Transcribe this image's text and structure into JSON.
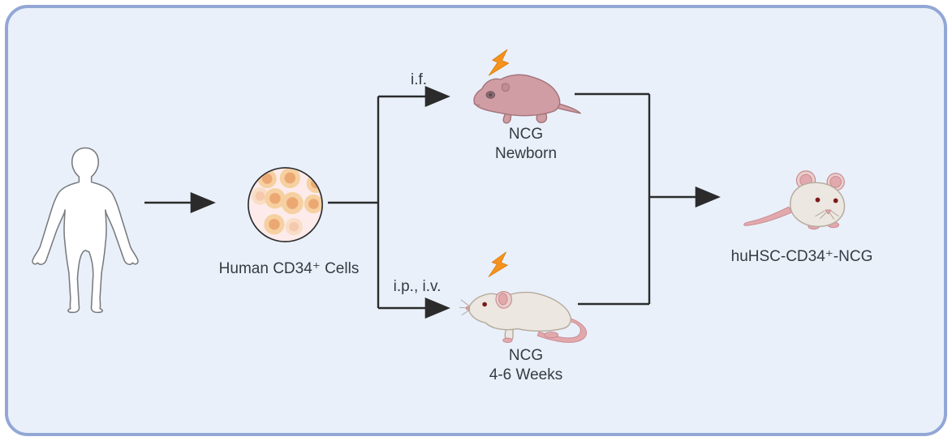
{
  "labels": {
    "cells": "Human CD34⁺ Cells",
    "route_top": "i.f.",
    "route_bottom": "i.p., i.v.",
    "newborn_line1": "NCG",
    "newborn_line2": "Newborn",
    "adult_line1": "NCG",
    "adult_line2": "4-6 Weeks",
    "result": "huHSC-CD34⁺-NCG"
  },
  "icons": {
    "lightning": "lightning-bolt (irradiation)"
  },
  "colors": {
    "outer_bg": "#ffffff",
    "panel_bg": "#e9f0fa",
    "panel_border": "#93a7d6",
    "line": "#2b2b2b",
    "text": "#363b40",
    "lightning": "#f6921e",
    "newborn_body": "#cf9da3",
    "mouse_body": "#ece7e0",
    "mouse_pink": "#e2a9ad",
    "eye_red": "#7c1b1b",
    "cell_bg": "#fcebea",
    "cell_outer": "#f6d0a0",
    "cell_inner": "#eba873"
  }
}
